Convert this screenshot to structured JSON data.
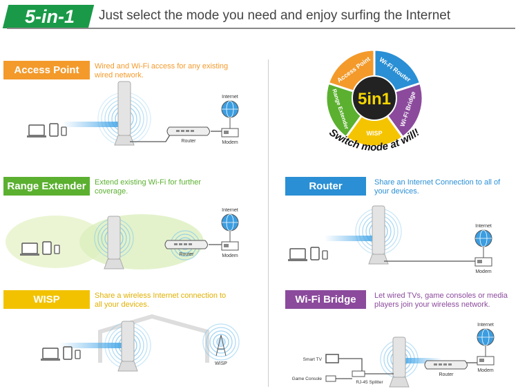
{
  "header": {
    "badge": "5-in-1",
    "title": "Just select the mode you need and enjoy surfing the Internet"
  },
  "modes": [
    {
      "label": "Access Point",
      "desc": "Wired and Wi-Fi access for any existing wired network.",
      "color": "#f39a2b"
    },
    {
      "label": "Range Extender",
      "desc": "Extend existing Wi-Fi for further coverage.",
      "color": "#5bb030"
    },
    {
      "label": "WISP",
      "desc": "Share a wireless Internet connection to all your devices.",
      "color": "#f2c200"
    },
    {
      "label": "Router",
      "desc": "Share an Internet Connection to all of your devices.",
      "color": "#2a8fd4"
    },
    {
      "label": "Wi-Fi Bridge",
      "desc": "Let wired TVs, game consoles or media players join your wireless network.",
      "color": "#8b4a9c"
    }
  ],
  "wheel": {
    "center": "5in1",
    "slogan": "Switch mode at will!",
    "segments": [
      {
        "label": "Access Point",
        "color": "#f39a2b"
      },
      {
        "label": "Wi-Fi Router",
        "color": "#2a8fd4"
      },
      {
        "label": "Wi-Fi Bridge",
        "color": "#8b4a9c"
      },
      {
        "label": "WISP",
        "color": "#f5c400"
      },
      {
        "label": "Range Extender",
        "color": "#5bb030"
      }
    ]
  },
  "labels": {
    "internet": "Internet",
    "router": "Router",
    "modem": "Modem",
    "wisp": "WISP",
    "smart_tv": "Smart TV",
    "game_console": "Game Console",
    "splitter": "RJ-45 Splitter"
  }
}
